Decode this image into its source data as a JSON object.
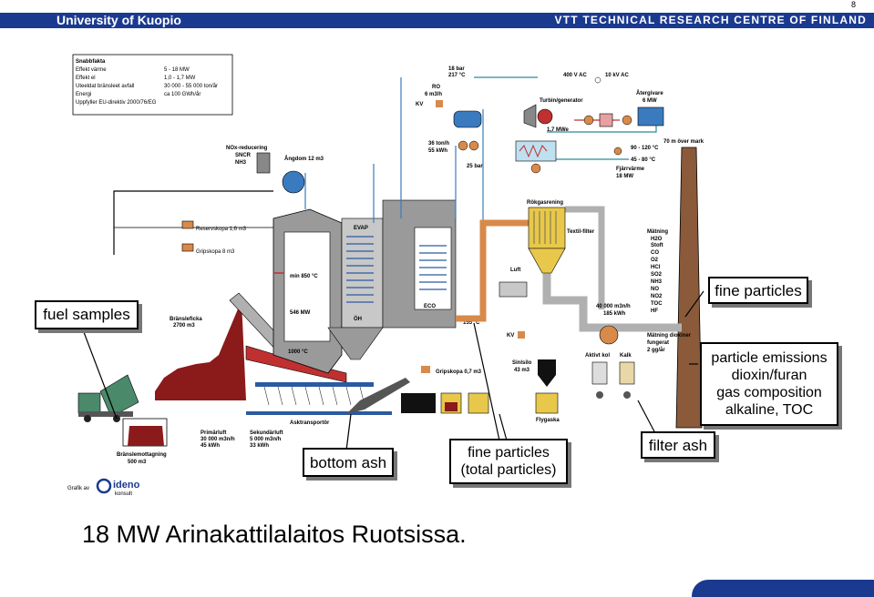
{
  "header": {
    "left_title": "University of Kuopio",
    "right_title": "VTT TECHNICAL RESEARCH CENTRE OF FINLAND",
    "page_number": "8"
  },
  "infobox": {
    "title": "Snabbfakta",
    "rows": [
      {
        "label": "Effekt värme",
        "value": "5 - 18 MW"
      },
      {
        "label": "Effekt el",
        "value": "1,0 - 1,7 MW"
      },
      {
        "label": "Uteeldat bränsleet avfall",
        "value": "30 000 - 55 000 ton/år"
      },
      {
        "label": "Energi",
        "value": "ca 100 GWh/år"
      },
      {
        "label": "Uppfyller EU-direktiv 2000/76/EG",
        "value": ""
      }
    ]
  },
  "labels": {
    "nox": "NOx-reducering",
    "sncr": "SNCR",
    "nh3": "NH3",
    "angdom": "Ångdom 12 m3",
    "reserv": "Reservskopa 1,6 m3",
    "gripskopa": "Gripskopa 8 m3",
    "bransleficka": "Bränsleficka",
    "bransle_vol": "2700 m3",
    "temp_850": "min 850 °C",
    "lamda": "546 MW",
    "temp_1000": "1000 °C",
    "evap": "EVAP",
    "oh": "ÖH",
    "eco": "ECO",
    "temp_155": "155 °C",
    "ro": "RO",
    "ro_flow": "6 m3/h",
    "kv": "KV",
    "bar18": "18 bar",
    "temp217": "217 °C",
    "steam": "36 ton/h",
    "steam2": "55 kWh",
    "bar25": "25 bar",
    "turbin": "Turbin/generator",
    "el": "1,7 MWe",
    "volt400": "400 V AC",
    "volt10k": "10 kV AC",
    "atergivare": "Återgivare",
    "mw6": "6 MW",
    "temp90": "90 - 120 °C",
    "temp45": "45 - 80 °C",
    "fjarrvarme": "Fjärrvärme",
    "mw18": "18 MW",
    "chimney": "70 m över mark",
    "rokgas": "Rökgasrening",
    "textil": "Textil-filter",
    "luft": "Luft",
    "kv2": "KV",
    "silo": "Sinlsilo",
    "silo_vol": "43 m3",
    "flygaska": "Flygaska",
    "aktivt_kol": "Aktivt kol",
    "kalk": "Kalk",
    "flow_flue": "40 000 m3n/h",
    "flow_flue2": "185 kWh",
    "matning": "Mätning",
    "gases": [
      "H2O",
      "Stoft",
      "CO",
      "O2",
      "HCl",
      "SO2",
      "NH3",
      "NO",
      "NO2",
      "TOC",
      "HF"
    ],
    "dioxin": "Mätning dioxiner",
    "dioxin2": "fungerat",
    "dioxin3": "2 gg/år",
    "gripskopa2": "Gripskopa 0,7 m3",
    "asktransp": "Asktransportör",
    "primar": "Primärluft",
    "primar_flow": "30 000 m3n/h",
    "primar_kw": "45 kWh",
    "sekundar": "Sekundärluft",
    "sekundar_flow": "5 000 m3n/h",
    "sekundar_kw": "33 kWh",
    "bransle_mott": "Bränslemottagning",
    "bransle_mott_vol": "500 m3",
    "grafik": "Grafik av",
    "ideno": "ideno",
    "konsult": "konsult"
  },
  "callouts": {
    "fuel_samples": "fuel samples",
    "fine_particles_right": "fine particles",
    "emissions": [
      "particle emissions",
      "dioxin/furan",
      "gas composition",
      "alkaline, TOC"
    ],
    "filter_ash": "filter ash",
    "fine_particles_total": [
      "fine particles",
      "(total particles)"
    ],
    "bottom_ash": "bottom ash"
  },
  "caption": "18 MW Arinakattilalaitos Ruotsissa.",
  "colors": {
    "header_blue": "#1a3a8f",
    "water_blue": "#3a7bbf",
    "steam_teal": "#2a8a9a",
    "flue_orange": "#d88a4a",
    "ash_red": "#8b1a1a",
    "furnace_gray": "#9a9a9a",
    "fly_ash_yellow": "#e8c84a"
  }
}
